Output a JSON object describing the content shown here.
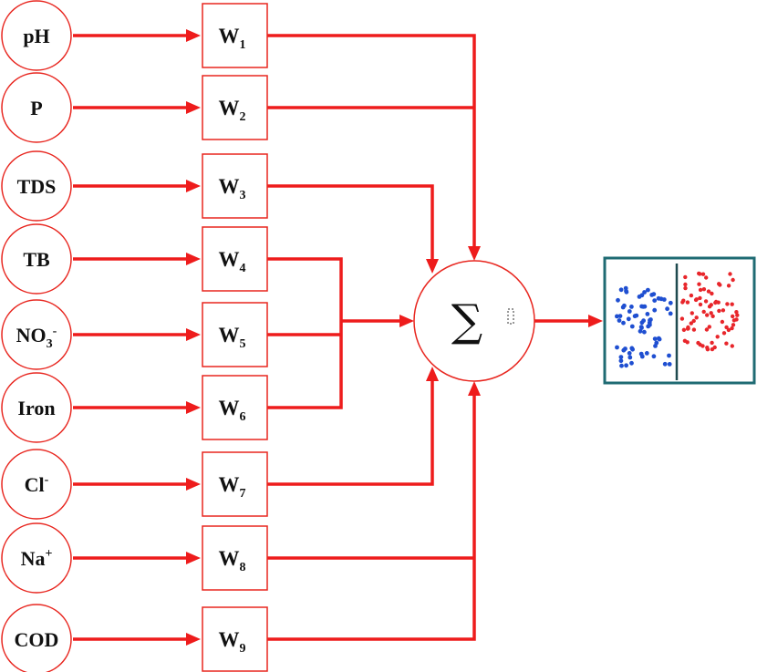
{
  "inputs": [
    {
      "base": "pH",
      "sub": "",
      "sup": ""
    },
    {
      "base": "P",
      "sub": "",
      "sup": ""
    },
    {
      "base": "TDS",
      "sub": "",
      "sup": ""
    },
    {
      "base": "TB",
      "sub": "",
      "sup": ""
    },
    {
      "base": "NO",
      "sub": "3",
      "sup": "-"
    },
    {
      "base": "Iron",
      "sub": "",
      "sup": ""
    },
    {
      "base": "Cl",
      "sub": "",
      "sup": "-"
    },
    {
      "base": "Na",
      "sub": "",
      "sup": "+"
    },
    {
      "base": "COD",
      "sub": "",
      "sup": ""
    }
  ],
  "weights": [
    {
      "base": "W",
      "sub": "1"
    },
    {
      "base": "W",
      "sub": "2"
    },
    {
      "base": "W",
      "sub": "3"
    },
    {
      "base": "W",
      "sub": "4"
    },
    {
      "base": "W",
      "sub": "5"
    },
    {
      "base": "W",
      "sub": "6"
    },
    {
      "base": "W",
      "sub": "7"
    },
    {
      "base": "W",
      "sub": "8"
    },
    {
      "base": "W",
      "sub": "9"
    }
  ],
  "summation": {
    "symbol": "∑"
  },
  "output_icon": "scatter-classification-icon",
  "colors": {
    "wire": "#ee1c1c",
    "node_border": "#e8261f",
    "output_frame": "#1f6b73",
    "class_a": "#1f4fd1",
    "class_b": "#e8262b"
  }
}
